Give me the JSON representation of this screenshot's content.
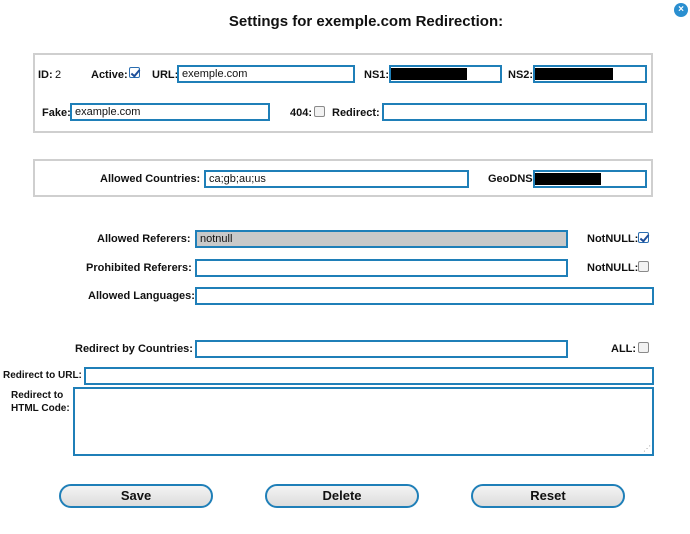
{
  "dialog": {
    "title": "Settings for exemple.com Redirection:",
    "close_glyph": "×"
  },
  "row1": {
    "id_label": "ID:",
    "id_value": "2",
    "active_label": "Active:",
    "active_checked": true,
    "url_label": "URL:",
    "url_value": "exemple.com",
    "ns1_label": "NS1:",
    "ns2_label": "NS2:"
  },
  "row2": {
    "fake_label": "Fake:",
    "fake_value": "example.com",
    "e404_label": "404:",
    "e404_checked": false,
    "redirect_label": "Redirect:",
    "redirect_value": ""
  },
  "geo": {
    "allowed_countries_label": "Allowed Countries:",
    "allowed_countries_value": "ca;gb;au;us",
    "geodns_label": "GeoDNS:"
  },
  "referers": {
    "allowed_label": "Allowed Referers:",
    "allowed_value": "notnull",
    "notnull1_label": "NotNULL:",
    "notnull1_checked": true,
    "prohibited_label": "Prohibited Referers:",
    "prohibited_value": "",
    "notnull2_label": "NotNULL:",
    "notnull2_checked": false,
    "languages_label": "Allowed Languages:",
    "languages_value": ""
  },
  "redirect": {
    "by_countries_label": "Redirect by Countries:",
    "by_countries_value": "",
    "all_label": "ALL:",
    "all_checked": false,
    "to_url_label": "Redirect to URL:",
    "to_url_value": "",
    "html_code_label_line1": "Redirect to",
    "html_code_label_line2": "HTML Code:",
    "html_code_value": ""
  },
  "actions": {
    "save": "Save",
    "delete": "Delete",
    "reset": "Reset"
  },
  "colors": {
    "field_border": "#1f7fb8",
    "panel_border": "#cfcfcf",
    "close_bg": "#2a8fd0"
  }
}
